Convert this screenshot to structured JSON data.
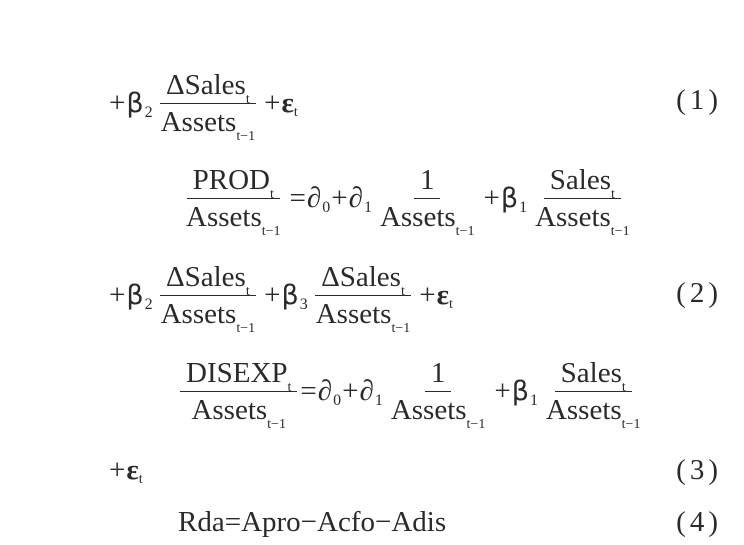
{
  "eq1_tail": {
    "plus": "+",
    "beta": "β",
    "beta_sub": "2",
    "num_delta": "Δ",
    "num_word": "Sales",
    "num_sub": "t",
    "den_word": "Assets",
    "den_sub": "t−1",
    "plus2": "+",
    "eps": "ε",
    "eps_sub": "t",
    "number": "(1)"
  },
  "eq2_head": {
    "lhs_num": "PROD",
    "lhs_num_sub": "t",
    "lhs_den": "Assets",
    "lhs_den_sub": "t−1",
    "equals": "=",
    "a0": "∂",
    "a0_sub": "0",
    "plus1": "+",
    "a1": "∂",
    "a1_sub": "1",
    "frac1_num": "1",
    "frac1_den": "Assets",
    "frac1_den_sub": "t−1",
    "plus2": "+",
    "beta": "β",
    "beta_sub": "1",
    "frac2_num": "Sales",
    "frac2_num_sub": "t",
    "frac2_den": "Assets",
    "frac2_den_sub": "t−1"
  },
  "eq2_tail": {
    "plus": "+",
    "beta2": "β",
    "beta2_sub": "2",
    "f1_delta": "Δ",
    "f1_num": "Sales",
    "f1_num_sub": "t",
    "f1_den": "Assets",
    "f1_den_sub": "t−1",
    "plus2": "+",
    "beta3": "β",
    "beta3_sub": "3",
    "f2_delta": "Δ",
    "f2_num": "Sales",
    "f2_num_sub": "t",
    "f2_den": "Assets",
    "f2_den_sub": "t−1",
    "plus3": "+",
    "eps": "ε",
    "eps_sub": "t",
    "number": "(2)"
  },
  "eq3_head": {
    "lhs_num": "DISEXP",
    "lhs_num_sub": "t",
    "lhs_den": "Assets",
    "lhs_den_sub": "t−1",
    "equals": "=",
    "a0": "∂",
    "a0_sub": "0",
    "plus1": "+",
    "a1": "∂",
    "a1_sub": "1",
    "frac1_num": "1",
    "frac1_den": "Assets",
    "frac1_den_sub": "t−1",
    "plus2": "+",
    "beta": "β",
    "beta_sub": "1",
    "frac2_num": "Sales",
    "frac2_num_sub": "t",
    "frac2_den": "Assets",
    "frac2_den_sub": "t−1"
  },
  "eq3_tail": {
    "plus": "+",
    "eps": "ε",
    "eps_sub": "t",
    "number": "(3)"
  },
  "eq4": {
    "text": "Rda=Apro−Acfo−Adis",
    "number": "(4)"
  }
}
